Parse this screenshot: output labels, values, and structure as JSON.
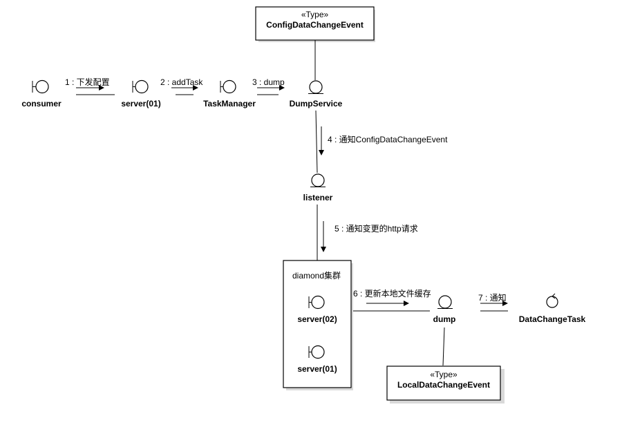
{
  "diagram": {
    "type_box_top": {
      "stereotype": "«Type»",
      "name": "ConfigDataChangeEvent"
    },
    "type_box_bottom": {
      "stereotype": "«Type»",
      "name": "LocalDataChangeEvent"
    },
    "cluster": {
      "label": "diamond集群"
    },
    "nodes": {
      "consumer": "consumer",
      "server01_top": "server(01)",
      "taskmanager": "TaskManager",
      "dumpservice": "DumpService",
      "listener": "listener",
      "server02": "server(02)",
      "server01_bottom": "server(01)",
      "dump": "dump",
      "datachangetask": "DataChangeTask"
    },
    "messages": {
      "m1": "1 : 下发配置",
      "m2": "2 : addTask",
      "m3": "3 : dump",
      "m4": "4 : 通知ConfigDataChangeEvent",
      "m5": "5 : 通知变更的http请求",
      "m6": "6 : 更新本地文件缓存",
      "m7": "7 : 通知"
    },
    "icons": {
      "boundary": "boundary-icon",
      "entity": "entity-icon",
      "control": "control-icon"
    }
  }
}
